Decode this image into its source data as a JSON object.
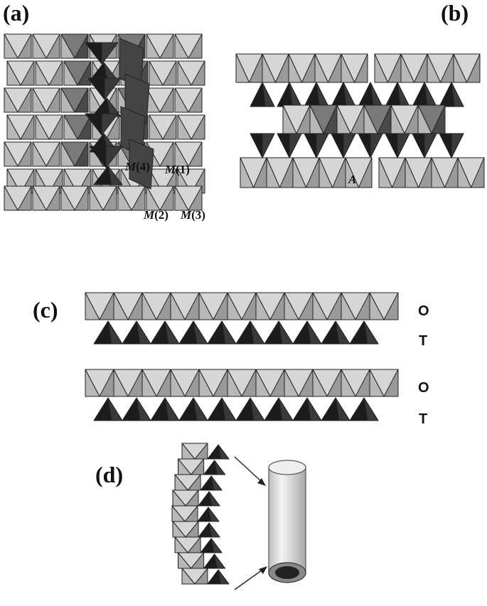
{
  "panels": {
    "a": "(a)",
    "b": "(b)",
    "c": "(c)",
    "d": "(d)"
  },
  "sites": {
    "m4_sym": "M",
    "m4_idx": "(4)",
    "m1_sym": "M",
    "m1_idx": "(1)",
    "m2_sym": "M",
    "m2_idx": "(2)",
    "m3_sym": "M",
    "m3_idx": "(3)",
    "a_site": "A"
  },
  "layers": {
    "o1": "O",
    "t1": "T",
    "o2": "O",
    "t2": "T"
  },
  "colors": {
    "octahedron_light": "#d6d6d6",
    "octahedron_mid": "#9a9a9a",
    "octahedron_dark": "#5a5a5a",
    "tetrahedron": "#1c1c1c",
    "tube": "#e6e6e6"
  }
}
